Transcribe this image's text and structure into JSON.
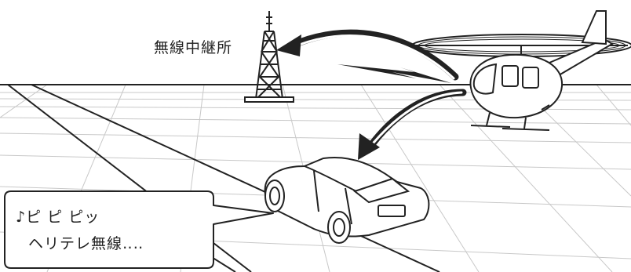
{
  "relay_station": {
    "label": "無線中継所"
  },
  "speech_bubble": {
    "line1": "♪ピ ピ ピッ",
    "line2": "ヘリテレ無線‥‥"
  },
  "colors": {
    "ink": "#222222",
    "grid": "#c8c8c8",
    "background": "#ffffff"
  }
}
